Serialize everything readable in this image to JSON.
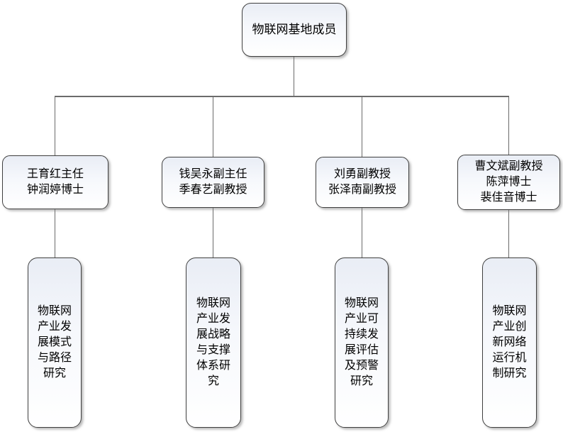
{
  "title": "物联网基地成员",
  "colors": {
    "background": "#ffffff",
    "node_border": "#3f3f3f",
    "node_fill_top": "#e9edf5",
    "node_fill_bottom": "#ffffff",
    "connector": "#6b6b6b",
    "text": "#000000"
  },
  "root_node": {
    "label": "物联网基地成员"
  },
  "columns": [
    {
      "members": "王育红主任\n钟润婷博士",
      "topic": "物联网\n产业发\n展模式\n与路径\n研究"
    },
    {
      "members": "钱吴永副主任\n季春艺副教授",
      "topic": "物联网\n产业发\n展战略\n与支撑\n体系研\n究"
    },
    {
      "members": "刘勇副教授\n张泽南副教授",
      "topic": "物联网\n产业可\n持续发\n展评估\n及预警\n研究"
    },
    {
      "members": "曹文斌副教授\n陈萍博士\n裴佳音博士",
      "topic": "物联网\n产业创\n新网络\n运行机\n制研究"
    }
  ]
}
